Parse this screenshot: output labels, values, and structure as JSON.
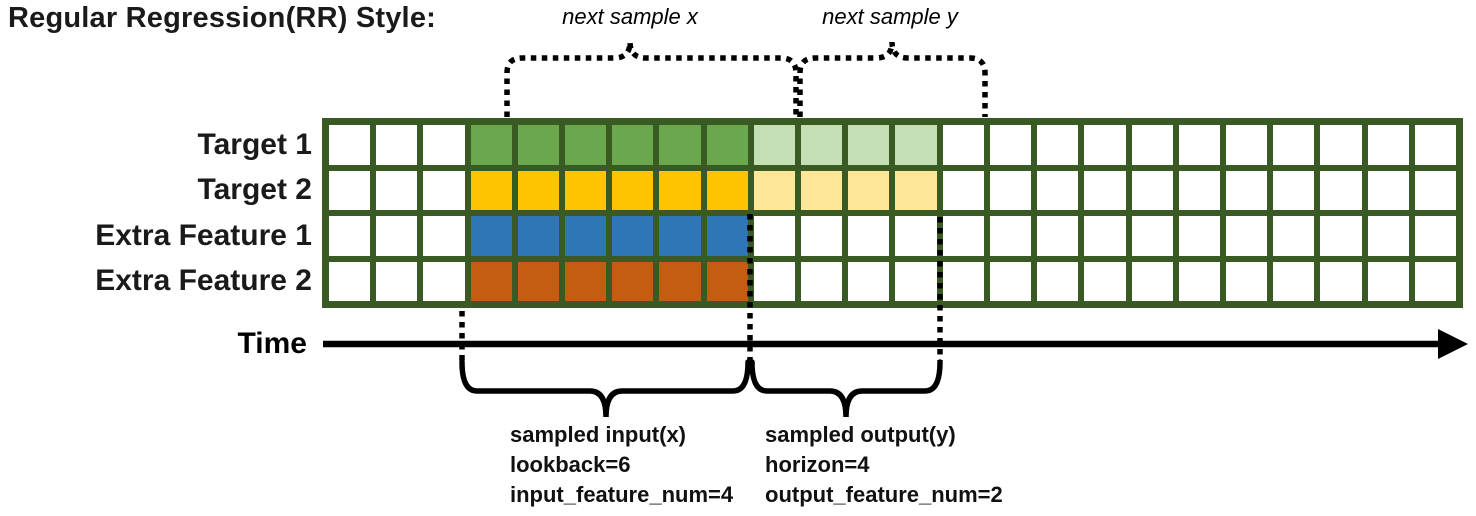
{
  "title": "Regular Regression(RR) Style:",
  "top_braces": {
    "next_sample_x": "next sample x",
    "next_sample_y": "next sample y"
  },
  "grid": {
    "total_columns": 24,
    "empty_leading_columns": 3,
    "lookback": 6,
    "horizon": 4,
    "border_color": "#3A5A24",
    "empty_cell_color": "#FFFFFF",
    "rows": [
      {
        "label": "Target 1",
        "input_color": "#6BA84D",
        "output_color": "#C5DFB4"
      },
      {
        "label": "Target 2",
        "input_color": "#FEC400",
        "output_color": "#FFE79A"
      },
      {
        "label": "Extra Feature 1",
        "input_color": "#2E76B5",
        "output_color": null
      },
      {
        "label": "Extra Feature 2",
        "input_color": "#C45C12",
        "output_color": null
      }
    ]
  },
  "time_axis": {
    "label": "Time"
  },
  "annotations": {
    "input": {
      "lines": [
        "sampled input(x)",
        "lookback=6",
        "input_feature_num=4"
      ]
    },
    "output": {
      "lines": [
        "sampled output(y)",
        "horizon=4",
        "output_feature_num=2"
      ]
    }
  }
}
